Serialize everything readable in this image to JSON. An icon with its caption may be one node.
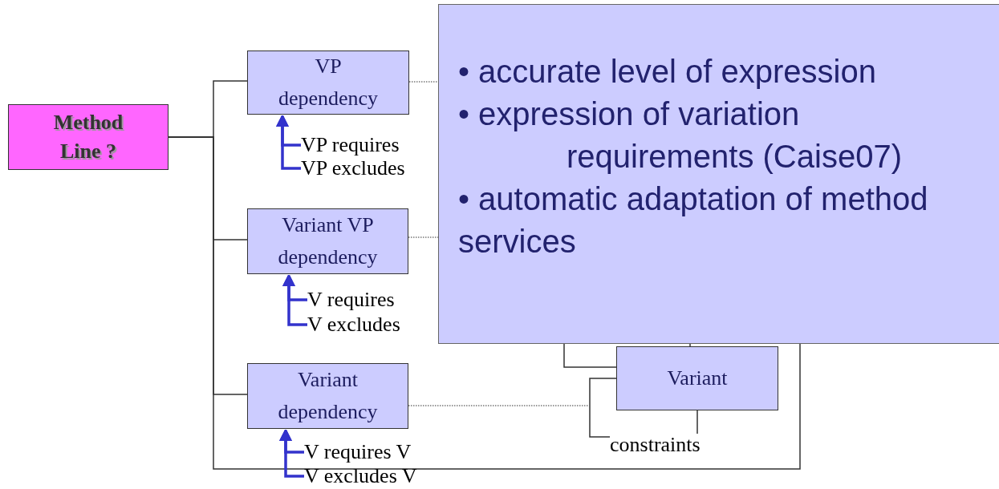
{
  "diagram": {
    "nodes": [
      {
        "text": [
          "Method Line ?"
        ]
      },
      {
        "text": [
          "VP dependency"
        ]
      },
      {
        "text": [
          "Variant VP dependency"
        ]
      },
      {
        "text": [
          "Variant dependency"
        ]
      },
      {
        "text": [
          "• accurate level of expression",
          "• expression of variation requirements (Caise07)",
          "• automatic adaptation of method services"
        ]
      },
      {
        "text": [
          "Variant"
        ]
      },
      {
        "text": [
          "VP requires"
        ]
      },
      {
        "text": [
          "VP excludes"
        ]
      },
      {
        "text": [
          "V requires"
        ]
      },
      {
        "text": [
          "V excludes"
        ]
      },
      {
        "text": [
          "V requires V"
        ]
      },
      {
        "text": [
          "V excludes V"
        ]
      }
    ],
    "edges": [
      {
        "from": 0,
        "to": 1,
        "arrow": "none"
      },
      {
        "from": 0,
        "to": 2,
        "arrow": "none"
      },
      {
        "from": 0,
        "to": 3,
        "arrow": "none"
      },
      {
        "from": 0,
        "to": 4,
        "arrow": "none"
      },
      {
        "from": 6,
        "to": 1,
        "arrow": "to",
        "color": "#3333cc",
        "style": "thick"
      },
      {
        "from": 7,
        "to": 1,
        "arrow": "to",
        "color": "#3333cc",
        "style": "thick"
      },
      {
        "from": 8,
        "to": 2,
        "arrow": "to",
        "color": "#3333cc",
        "style": "thick"
      },
      {
        "from": 9,
        "to": 2,
        "arrow": "to",
        "color": "#3333cc",
        "style": "thick"
      },
      {
        "from": 10,
        "to": 3,
        "arrow": "to",
        "color": "#3333cc",
        "style": "thick"
      },
      {
        "from": 11,
        "to": 3,
        "arrow": "to",
        "color": "#3333cc",
        "style": "thick"
      },
      {
        "from": 1,
        "to": 4,
        "arrow": "none",
        "style": "dashed"
      },
      {
        "from": 2,
        "to": 4,
        "arrow": "none",
        "style": "dashed"
      },
      {
        "from": 3,
        "to": null,
        "arrow": "none",
        "style": "dashed"
      },
      {
        "from": 4,
        "to": 5,
        "arrow": "none"
      },
      {
        "from": 4,
        "to": 5,
        "arrow": "none"
      },
      {
        "from": 5,
        "to": 5,
        "arrow": "none",
        "label": "constraints"
      }
    ]
  }
}
